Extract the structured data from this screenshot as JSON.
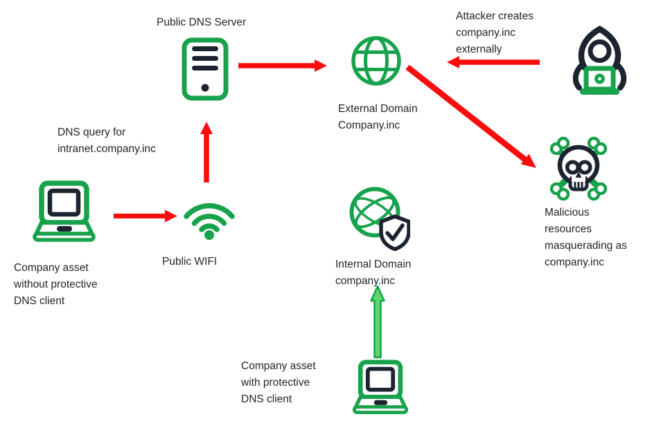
{
  "diagram_title": "Protective DNS scenario diagram",
  "colors": {
    "icon_green": "#17A24B",
    "icon_dark": "#1C2430",
    "arrow_red": "#FA0D0D",
    "arrow_green_fill": "#5FD66E",
    "arrow_green_stroke": "#14A24C",
    "text": "#212429",
    "background": "#FFFFFF"
  },
  "nodes": {
    "public_dns_server": {
      "icon": "server-icon",
      "lines": [
        "Public DNS Server"
      ]
    },
    "external_domain": {
      "icon": "globe-icon",
      "lines": [
        "External Domain",
        "Company.inc"
      ]
    },
    "attacker": {
      "icon": "hacker-icon",
      "lines": [
        "Attacker creates",
        "company.inc",
        "externally"
      ]
    },
    "malicious_resources": {
      "icon": "skull-crossbones-icon",
      "lines": [
        "Malicious",
        "resources",
        "masquerading as",
        "company.inc"
      ]
    },
    "company_asset_without": {
      "icon": "laptop-icon",
      "lines": [
        "Company asset",
        "without protective",
        "DNS client"
      ]
    },
    "public_wifi": {
      "icon": "wifi-icon",
      "lines": [
        "Public WIFI"
      ]
    },
    "internal_domain": {
      "icon": "globe-shield-icon",
      "lines": [
        "Internal Domain",
        "company.inc"
      ]
    },
    "company_asset_with": {
      "icon": "laptop-icon",
      "lines": [
        "Company asset",
        "with protective",
        "DNS client"
      ]
    }
  },
  "annotations": {
    "dns_query": {
      "lines": [
        "DNS query for",
        "intranet.company.inc"
      ]
    }
  },
  "edges": [
    {
      "from": "company_asset_without",
      "to": "public_wifi",
      "color": "red"
    },
    {
      "from": "public_wifi",
      "to": "public_dns_server",
      "color": "red"
    },
    {
      "from": "public_dns_server",
      "to": "external_domain",
      "color": "red"
    },
    {
      "from": "attacker",
      "to": "external_domain",
      "color": "red"
    },
    {
      "from": "external_domain",
      "to": "malicious_resources",
      "color": "red"
    },
    {
      "from": "company_asset_with",
      "to": "internal_domain",
      "color": "green"
    }
  ]
}
